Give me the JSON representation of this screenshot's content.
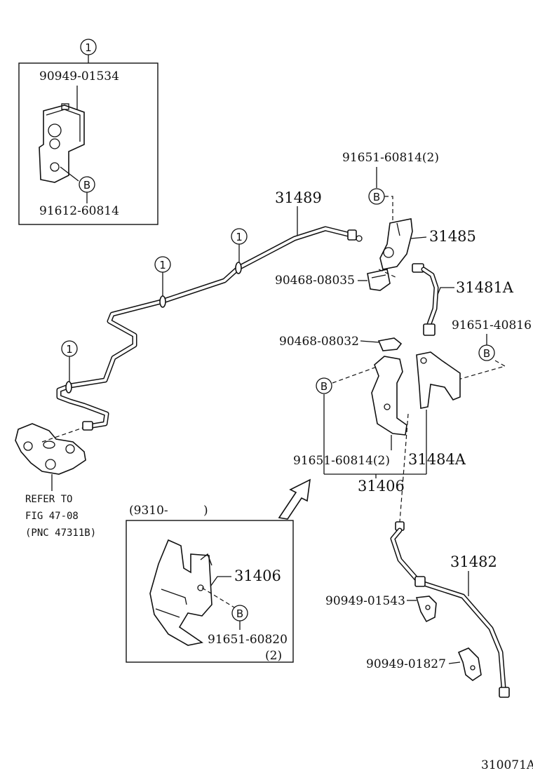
{
  "labels": {
    "inset_top_marker": "1",
    "p_90949_01534": "90949-01534",
    "inset_b": "B",
    "p_91612_60814": "91612-60814",
    "p_91651_60814_2_top": "91651-60814(2)",
    "b_top": "B",
    "p_31489": "31489",
    "p_31485": "31485",
    "p_90468_08035": "90468-08035",
    "p_31481a": "31481A",
    "p_91651_40816": "91651-40816",
    "b_right": "B",
    "p_90468_08032": "90468-08032",
    "b_left": "B",
    "p_91651_60814_2_mid": "91651-60814(2)",
    "p_31484a": "31484A",
    "p_31406_main": "31406",
    "refer_line1": "REFER TO",
    "refer_line2": "FIG 47-08",
    "refer_line3": "(PNC 47311B)",
    "inset2_date_start": "(9310-",
    "inset2_date_end": ")",
    "p_31406_inset": "31406",
    "b_inset2": "B",
    "p_91651_60820": "91651-60820",
    "p_91651_60820_qty": "(2)",
    "p_31482": "31482",
    "p_90949_01543": "90949-01543",
    "p_90949_01827": "90949-01827",
    "clamp_marker_a": "1",
    "clamp_marker_b": "1",
    "clamp_marker_c": "1",
    "diagram_id": "310071A"
  }
}
